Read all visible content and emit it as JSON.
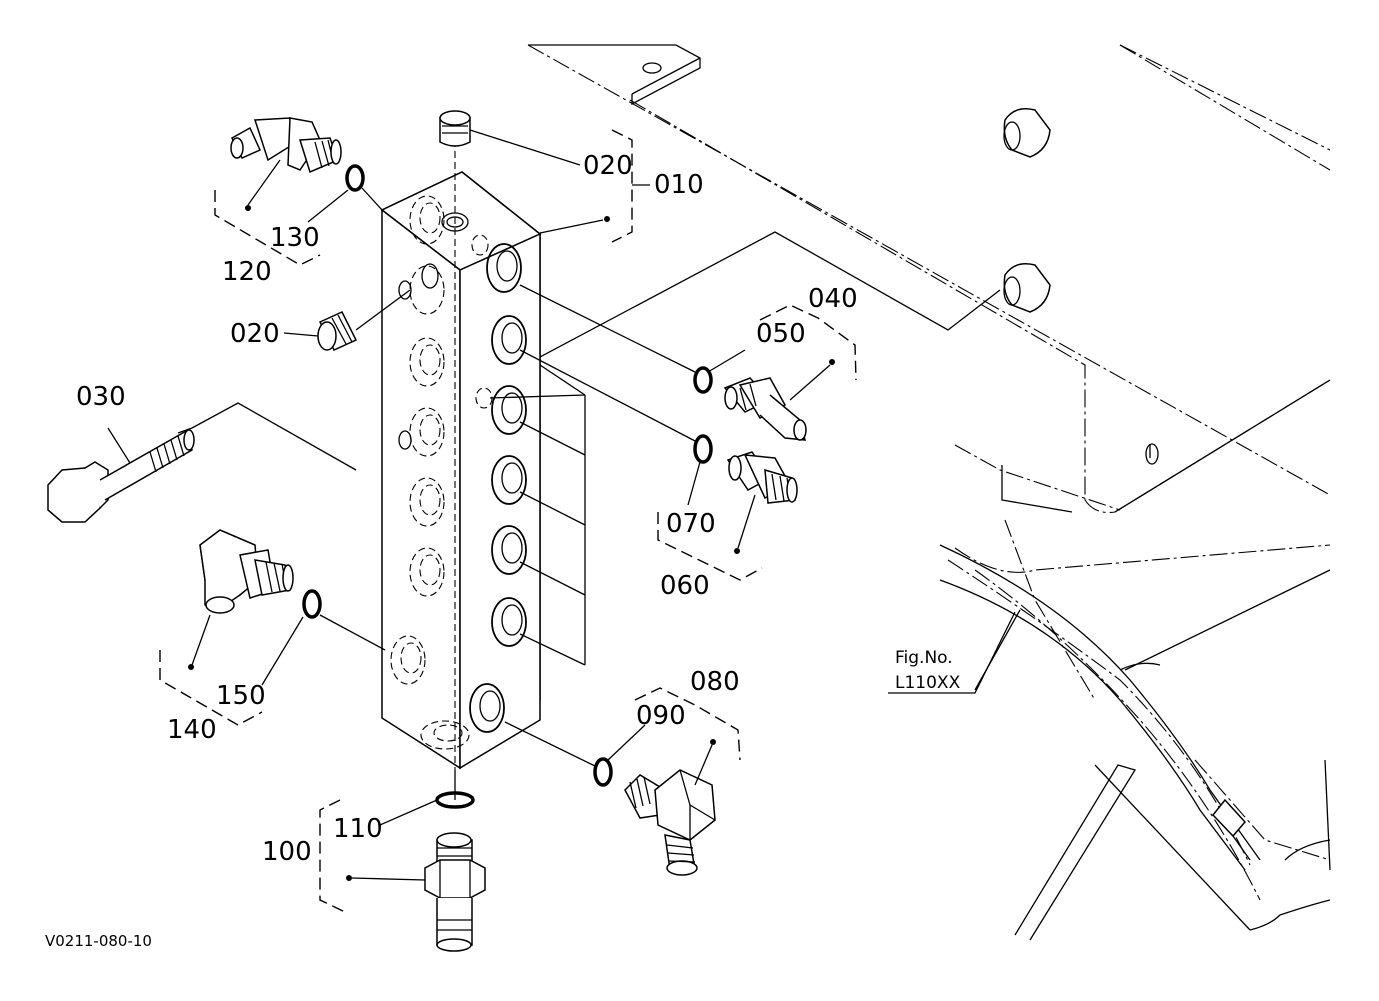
{
  "diagram": {
    "drawing_code": "V0211-080-10",
    "reference": {
      "line1": "Fig.No.",
      "line2": "L110XX"
    },
    "labels": {
      "p010": "010",
      "p020_top": "020",
      "p020_side": "020",
      "p030": "030",
      "p040": "040",
      "p050": "050",
      "p060": "060",
      "p070": "070",
      "p080": "080",
      "p090": "090",
      "p100": "100",
      "p110": "110",
      "p120": "120",
      "p130": "130",
      "p140": "140",
      "p150": "150"
    }
  }
}
